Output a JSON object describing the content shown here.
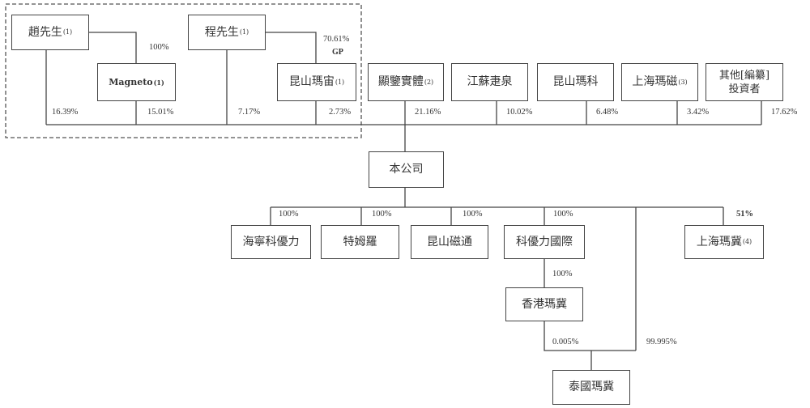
{
  "shareholders_group": {
    "zhao": {
      "name": "趙先生",
      "note": "(1)"
    },
    "magneto": {
      "name": "Magneto",
      "note": "(1)"
    },
    "cheng": {
      "name": "程先生",
      "note": "(1)"
    },
    "kunshan_mazhou": {
      "name": "昆山瑪宙",
      "note": "(1)"
    },
    "zhao_to_magneto": "100%",
    "cheng_to_mazhou": "70.61%",
    "cheng_role": "GP",
    "zhao_pct": "16.39%",
    "magneto_pct": "15.01%",
    "cheng_pct": "7.17%",
    "mazhou_pct": "2.73%"
  },
  "shareholders_other": [
    {
      "name": "顯鑒實體",
      "note": "(2)",
      "pct": "21.16%"
    },
    {
      "name": "江蘇疌泉",
      "note": "",
      "pct": "10.02%"
    },
    {
      "name": "昆山瑪科",
      "note": "",
      "pct": "6.48%"
    },
    {
      "name": "上海瑪磁",
      "note": "(3)",
      "pct": "3.42%"
    },
    {
      "name_line1": "其他[編纂]",
      "name_line2": "投資者",
      "pct": "17.62%"
    }
  ],
  "company": {
    "name": "本公司"
  },
  "subsidiaries": [
    {
      "name": "海寧科優力",
      "pct": "100%"
    },
    {
      "name": "特姆羅",
      "pct": "100%"
    },
    {
      "name": "昆山磁通",
      "pct": "100%"
    },
    {
      "name": "科優力國際",
      "pct": "100%"
    },
    {
      "name": "上海瑪冀",
      "note": "(4)",
      "pct": "51%"
    }
  ],
  "hk": {
    "name": "香港瑪冀",
    "pct": "100%"
  },
  "thailand": {
    "name": "泰國瑪冀",
    "pct_from_hk": "0.005%",
    "pct_from_company": "99.995%"
  }
}
